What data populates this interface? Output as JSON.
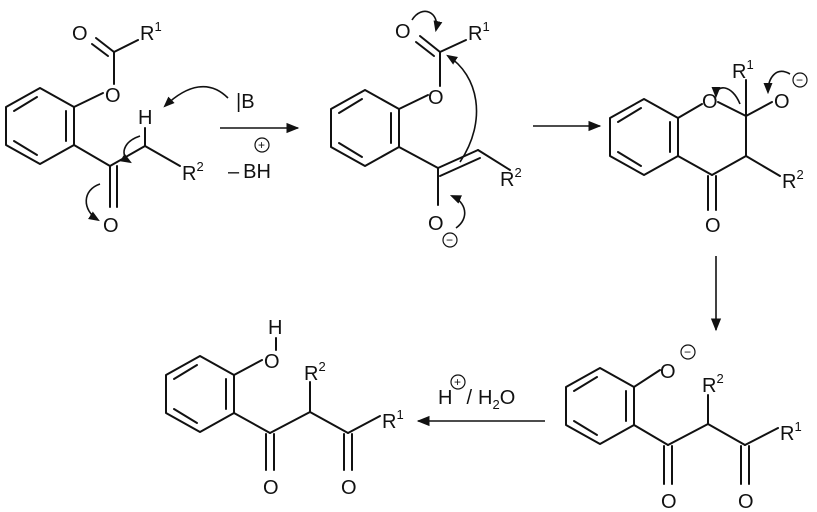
{
  "atoms": {
    "O": "O",
    "H": "H",
    "R": "R",
    "one": "1",
    "two": "2",
    "base": "B",
    "base_bar": "|",
    "minus": "–",
    "BH": "BH",
    "plus": "+",
    "neg": "−",
    "H2O_H": "H",
    "H2O_2": "2",
    "H2O_O": "O",
    "slash": "/"
  }
}
